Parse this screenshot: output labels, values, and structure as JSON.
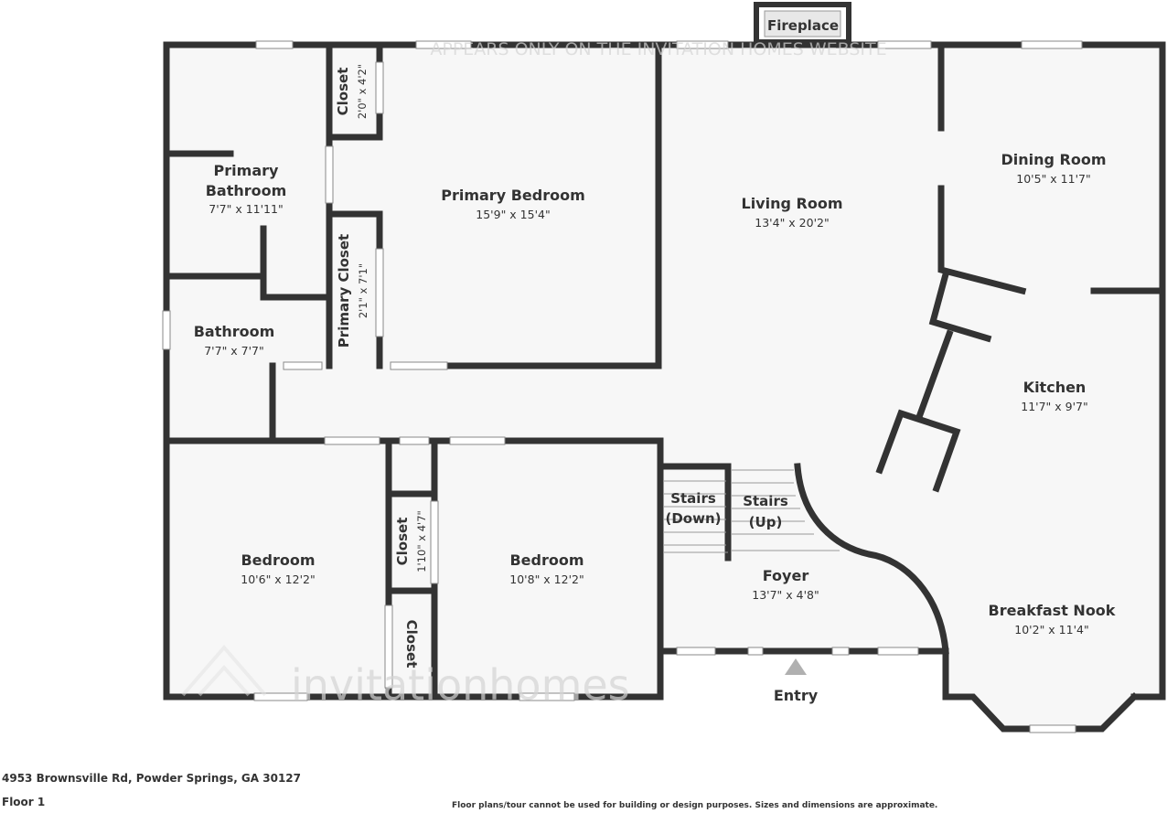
{
  "rooms": {
    "closet_top": {
      "name": "Closet",
      "dim": "2'0\" x 4'2\""
    },
    "primary_bathroom": {
      "name_line1": "Primary",
      "name_line2": "Bathroom",
      "dim": "7'7\" x 11'11\""
    },
    "primary_bedroom": {
      "name": "Primary Bedroom",
      "dim": "15'9\" x 15'4\""
    },
    "primary_closet": {
      "name": "Primary Closet",
      "dim": "2'1\" x 7'1\""
    },
    "living_room": {
      "name": "Living Room",
      "dim": "13'4\" x 20'2\""
    },
    "dining_room": {
      "name": "Dining Room",
      "dim": "10'5\" x 11'7\""
    },
    "kitchen": {
      "name": "Kitchen",
      "dim": "11'7\" x 9'7\""
    },
    "bathroom": {
      "name": "Bathroom",
      "dim": "7'7\" x 7'7\""
    },
    "bedroom_left": {
      "name": "Bedroom",
      "dim": "10'6\" x 12'2\""
    },
    "closet_mid": {
      "name": "Closet",
      "dim": "1'10\" x 4'7\""
    },
    "closet_low": {
      "name": "Closet"
    },
    "bedroom_right": {
      "name": "Bedroom",
      "dim": "10'8\" x 12'2\""
    },
    "stairs_down": {
      "line1": "Stairs",
      "line2": "(Down)"
    },
    "stairs_up": {
      "line1": "Stairs",
      "line2": "(Up)"
    },
    "foyer": {
      "name": "Foyer",
      "dim": "13'7\" x 4'8\""
    },
    "breakfast_nook": {
      "name": "Breakfast Nook",
      "dim": "10'2\" x 11'4\""
    }
  },
  "fireplace_label": "Fireplace",
  "entry_label": "Entry",
  "watermark": {
    "notice": "APPEARS ONLY ON THE INVITATION HOMES WEBSITE",
    "brand": "invitationhomes"
  },
  "footer": {
    "address": "4953 Brownsville Rd, Powder Springs, GA 30127",
    "floor": "Floor 1",
    "disclaimer": "Floor plans/tour cannot be used for building or design purposes. Sizes and dimensions are approximate."
  },
  "colors": {
    "wall": "#333333",
    "floor": "#f7f7f7",
    "text": "#333333"
  }
}
